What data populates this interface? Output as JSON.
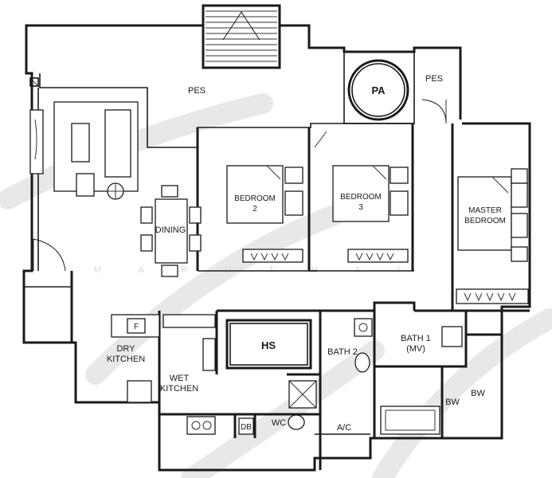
{
  "rooms": {
    "pes_top": "PES",
    "pes_right": "PES",
    "pa": "PA",
    "bedroom2_line1": "BEDROOM",
    "bedroom2_line2": "2",
    "bedroom3_line1": "BEDROOM",
    "bedroom3_line2": "3",
    "master_line1": "MASTER",
    "master_line2": "BEDROOM",
    "dining": "DINING",
    "hs": "HS",
    "dry_kitchen_line1": "DRY",
    "dry_kitchen_line2": "KITCHEN",
    "wet_kitchen_line1": "WET",
    "wet_kitchen_line2": "KITCHEN",
    "bath2": "BATH 2",
    "bath1_line1": "BATH 1",
    "bath1_line2": "(MV)",
    "wc": "WC",
    "db": "DB",
    "ac": "A/C",
    "bw1": "BW",
    "bw2": "BW",
    "fridge": "F"
  },
  "watermark": "M A R U T H A I"
}
